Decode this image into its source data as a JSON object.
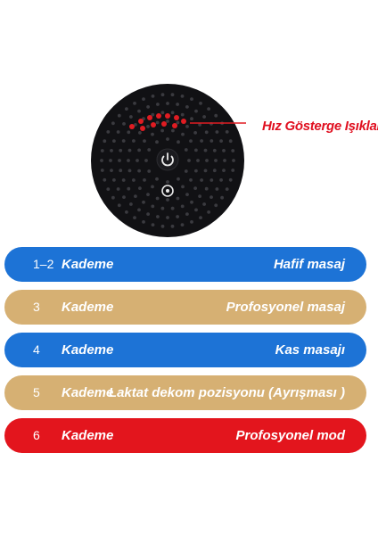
{
  "device": {
    "indicator_label": "Hız Gösterge Işıkları",
    "colors": {
      "body": "#111114",
      "dot": "#3a3a3f",
      "led": "#e01c22"
    }
  },
  "levels": [
    {
      "number": "1–2",
      "level": "Kademe",
      "description": "Hafif masaj",
      "color": "#1d73d6"
    },
    {
      "number": "3",
      "level": "Kademe",
      "description": "Profosyonel masaj",
      "color": "#d6b073"
    },
    {
      "number": "4",
      "level": "Kademe",
      "description": "Kas masajı",
      "color": "#1d73d6"
    },
    {
      "number": "5",
      "level": "Kademe",
      "description": "Laktat dekom pozisyonu (Ayrışması )",
      "color": "#d6b073"
    },
    {
      "number": "6",
      "level": "Kademe",
      "description": "Profosyonel mod",
      "color": "#e3151d"
    }
  ]
}
